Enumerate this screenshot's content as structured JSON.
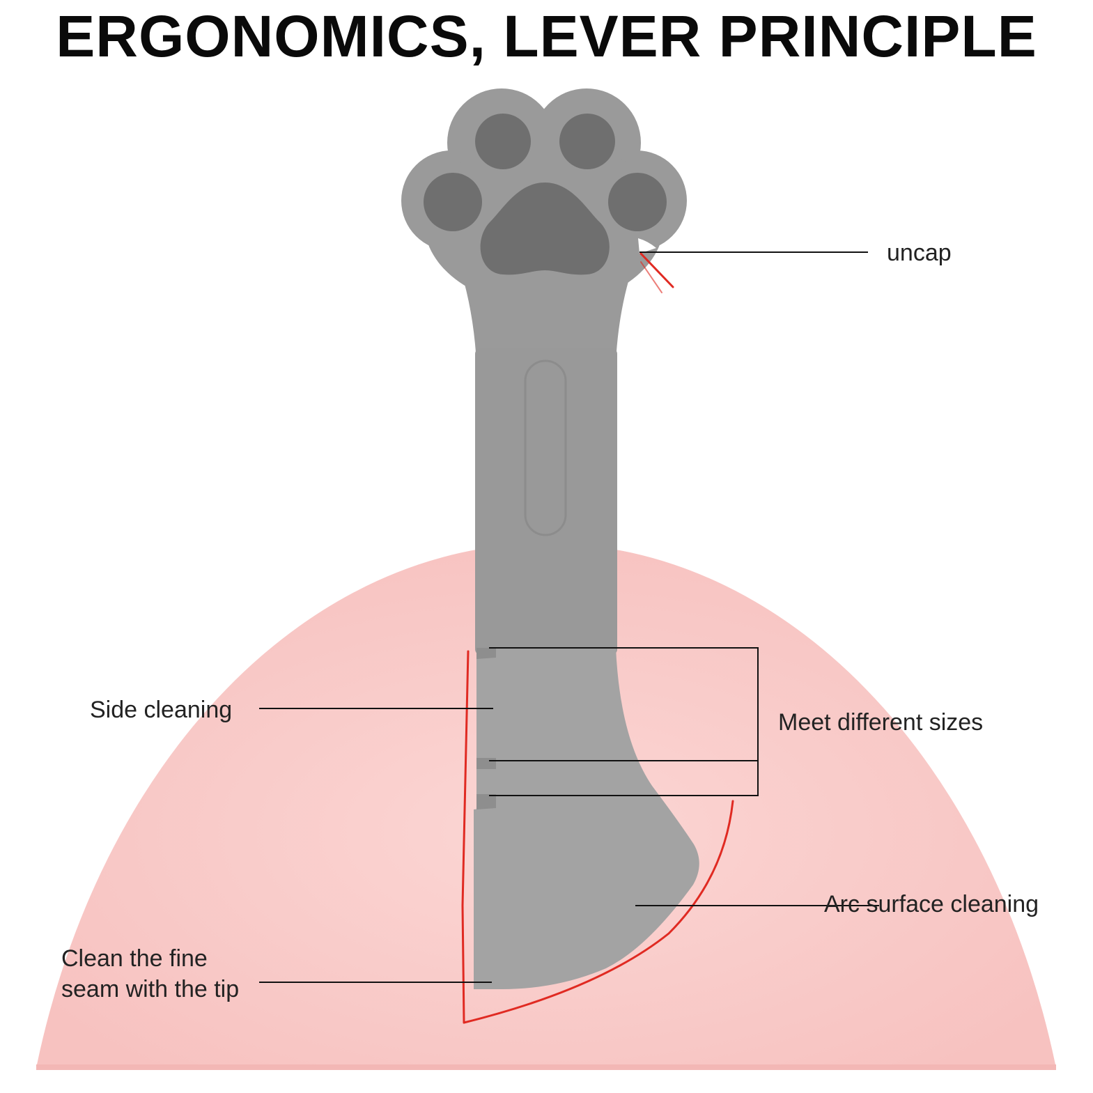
{
  "title": "ERGONOMICS, LEVER PRINCIPLE",
  "callouts": {
    "uncap": "uncap",
    "side_cleaning": "Side cleaning",
    "meet_sizes": "Meet different sizes",
    "arc_cleaning": "Arc surface cleaning",
    "seam_line1": "Clean the fine",
    "seam_line2": "seam with the tip"
  },
  "product": {
    "name_icon": "paw-print-icon",
    "body_color": "#9a9a9a",
    "pad_color": "#6f6f6f",
    "background_arc_color": "#f9c9c7",
    "accent_line_color": "#e02a22"
  }
}
